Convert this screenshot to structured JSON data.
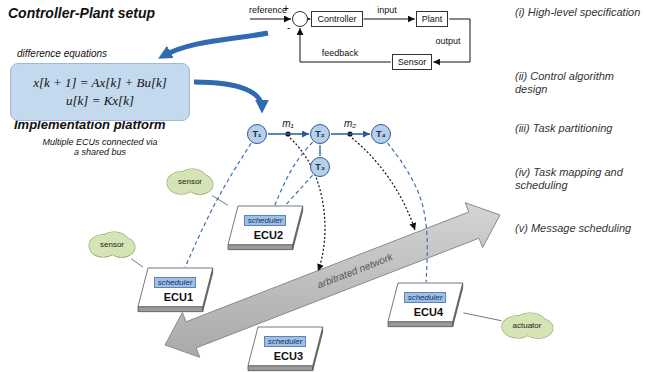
{
  "diagram": {
    "title": "Controller-Plant setup",
    "nodes": [
      {
        "text": [
          "+",
          "-"
        ]
      },
      {
        "text": [
          "Controller"
        ]
      },
      {
        "text": [
          "Plant"
        ]
      },
      {
        "text": [
          "Sensor"
        ]
      },
      {
        "text": [
          "difference equations",
          "x[k + 1] = Ax[k] + Bu[k]",
          "u[k] = Kx[k]"
        ]
      },
      {
        "text": [
          "T₁"
        ]
      },
      {
        "text": [
          "T₂"
        ]
      },
      {
        "text": [
          "T₃"
        ]
      },
      {
        "text": [
          "T₄"
        ]
      },
      {
        "text": [
          "sensor"
        ]
      },
      {
        "text": [
          "scheduler",
          "ECU2"
        ]
      },
      {
        "text": [
          "sensor"
        ]
      },
      {
        "text": [
          "scheduler",
          "ECU1"
        ]
      },
      {
        "text": [
          "scheduler",
          "ECU4"
        ]
      },
      {
        "text": [
          "actuator"
        ]
      },
      {
        "text": [
          "scheduler",
          "ECU3"
        ]
      }
    ],
    "edges": [
      {
        "from": 0,
        "to": 1,
        "arrow": "to"
      },
      {
        "from": 1,
        "to": 2,
        "label": "input",
        "arrow": "to"
      },
      {
        "from": 2,
        "to": 3,
        "label": "output",
        "arrow": "to"
      },
      {
        "from": 3,
        "to": 0,
        "label": "feedback",
        "arrow": "to"
      },
      {
        "from": 5,
        "to": 6,
        "label": "m₁",
        "arrow": "to"
      },
      {
        "from": 6,
        "to": 8,
        "label": "m₂",
        "arrow": "to"
      },
      {
        "from": 6,
        "to": 7,
        "arrow": "none"
      },
      {
        "from": 5,
        "to": 12,
        "arrow": "none"
      },
      {
        "from": 6,
        "to": 10,
        "arrow": "none"
      },
      {
        "from": 7,
        "to": 10,
        "arrow": "none"
      },
      {
        "from": 8,
        "to": 13,
        "arrow": "none"
      },
      {
        "from": 9,
        "to": 10,
        "arrow": "none"
      },
      {
        "from": 11,
        "to": 12,
        "arrow": "none"
      },
      {
        "from": 13,
        "to": 14,
        "arrow": "none"
      }
    ],
    "labels": [
      "Implementation platform",
      "Multiple ECUs connected via a shared bus",
      "reference",
      "arbitrated network",
      "(i) High-level specification",
      "(ii) Control algorithm design",
      "(iii) Task partitioning",
      "(iv) Task mapping and scheduling",
      "(v) Message scheduling"
    ]
  }
}
